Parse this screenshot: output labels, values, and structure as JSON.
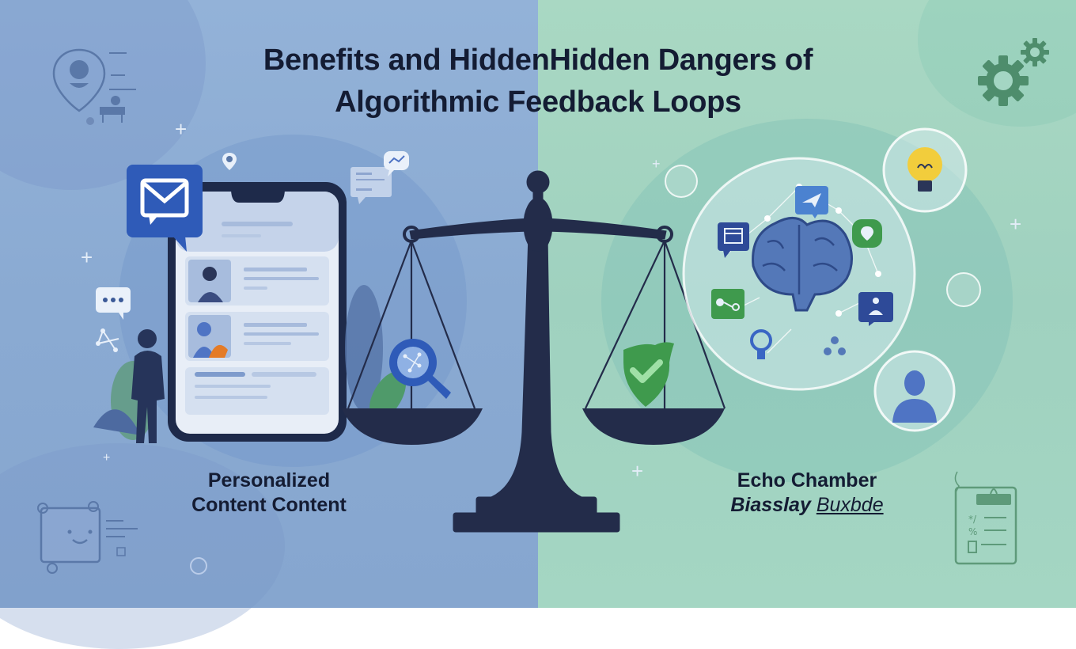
{
  "title": {
    "line1": "Benefits and HiddenHidden Dangers of",
    "line2": "Algorithmic Feedback Loops"
  },
  "left_panel": {
    "label_line1": "Personalized",
    "label_line2": "Content Content",
    "background_color": "#8faed6",
    "icons": [
      "map-pin-person-icon",
      "email-chat-icon",
      "smartphone-feed",
      "ellipsis-chat-icon",
      "person-silhouette",
      "magnifier-network-icon",
      "smiley-sticky-note-icon"
    ]
  },
  "right_panel": {
    "label_line1": "Echo Chamber",
    "label_line2_bold": "Biasslay",
    "label_line2_under": "Buxbde",
    "background_color": "#a4d6c3",
    "icons": [
      "gear-icon",
      "lightbulb-bubble-icon",
      "brain-network-bubble",
      "person-bubble-icon",
      "clipboard-checklist-icon",
      "shield-check-icon"
    ]
  },
  "center": {
    "object": "balance-scale",
    "left_pan_icon": "magnifier-network-icon",
    "right_pan_icon": "shield-check-icon",
    "color": "#232c4a"
  },
  "colors": {
    "title_text": "#141c33",
    "accent_blue": "#2f5bb8",
    "accent_green": "#3f9a4d",
    "bulb_yellow": "#f2cd3c"
  }
}
